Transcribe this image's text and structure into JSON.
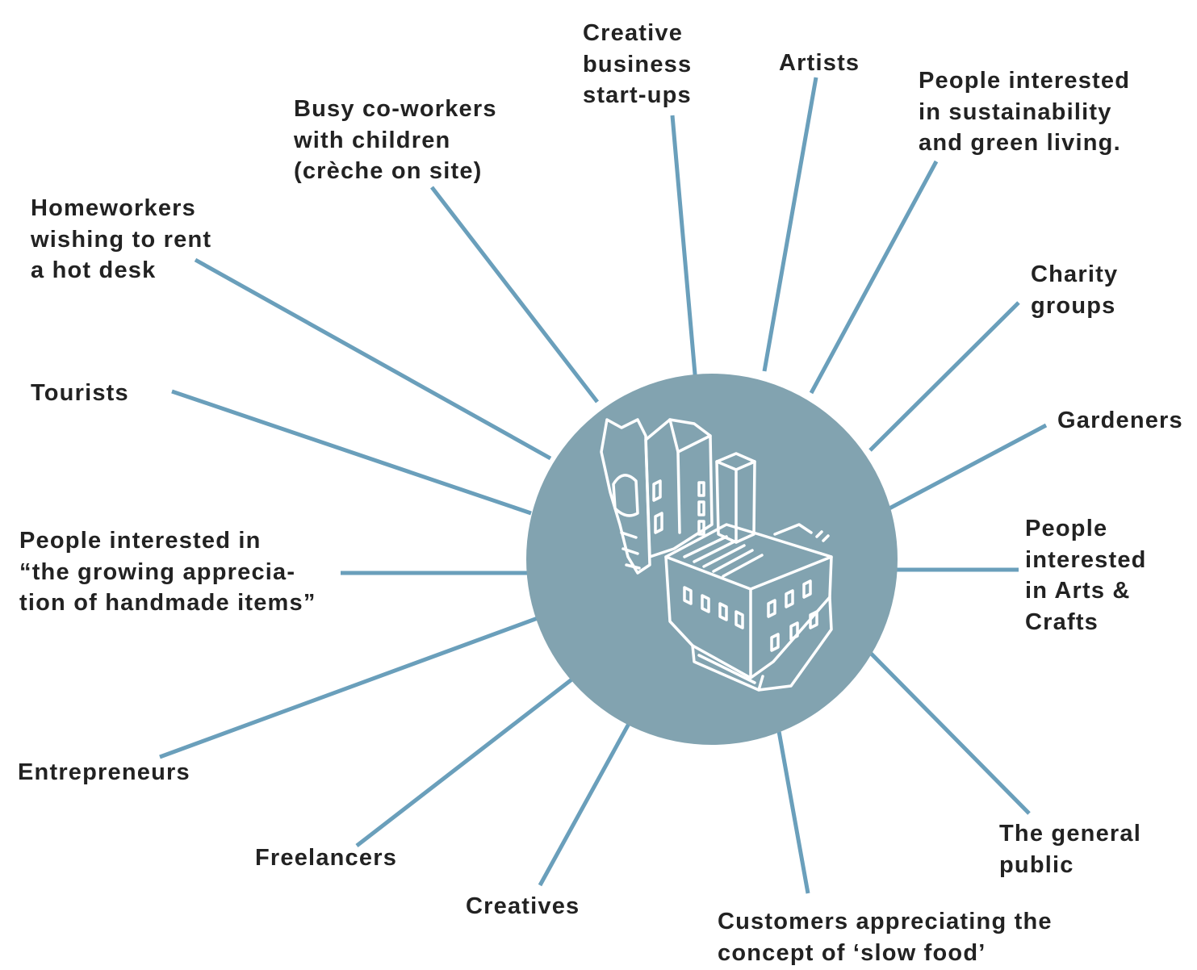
{
  "colors": {
    "background": "#ffffff",
    "hub_fill": "#82a3b0",
    "spoke": "#6a9fbb",
    "text": "#222222",
    "drawing_stroke": "#ffffff"
  },
  "hub": {
    "icon": "building-sketch-icon"
  },
  "audiences": [
    {
      "id": "creative-business-start-ups",
      "text": "Creative\nbusiness\nstart-ups"
    },
    {
      "id": "artists",
      "text": "Artists"
    },
    {
      "id": "sustainability",
      "text": "People interested\nin sustainability\nand green living."
    },
    {
      "id": "busy-co-workers",
      "text": "Busy co-workers\nwith children\n(crèche on site)"
    },
    {
      "id": "homeworkers",
      "text": "Homeworkers\nwishing to rent\na hot desk"
    },
    {
      "id": "charity-groups",
      "text": "Charity\ngroups"
    },
    {
      "id": "tourists",
      "text": "Tourists"
    },
    {
      "id": "gardeners",
      "text": "Gardeners"
    },
    {
      "id": "handmade-items",
      "text": "People interested in\n“the growing apprecia-\ntion of handmade items”"
    },
    {
      "id": "arts-and-crafts",
      "text": "People\ninterested\nin Arts &\nCrafts"
    },
    {
      "id": "entrepreneurs",
      "text": "Entrepreneurs"
    },
    {
      "id": "freelancers",
      "text": "Freelancers"
    },
    {
      "id": "creatives",
      "text": "Creatives"
    },
    {
      "id": "general-public",
      "text": "The general\npublic"
    },
    {
      "id": "slow-food",
      "text": "Customers appreciating the\nconcept of ‘slow food’"
    }
  ]
}
